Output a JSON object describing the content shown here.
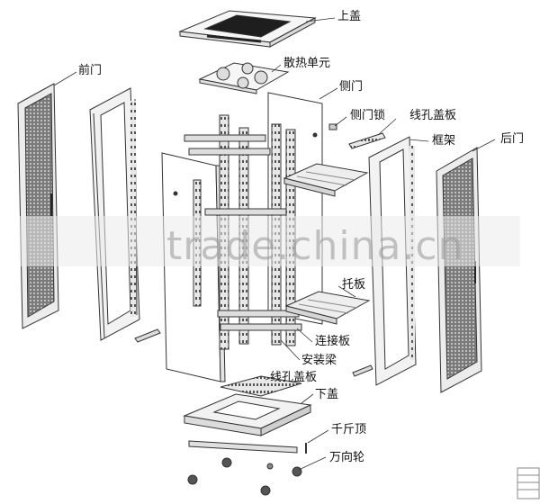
{
  "labels": {
    "top_cover": "上盖",
    "fan_unit": "散热单元",
    "front_door": "前门",
    "side_door": "侧门",
    "side_door_lock": "侧门锁",
    "cable_cover_top": "线孔盖板",
    "frame": "框架",
    "rear_door": "后门",
    "shelf": "托板",
    "connector_plate": "连接板",
    "mounting_beam": "安装梁",
    "cable_cover_bottom": "线孔盖板",
    "bottom_cover": "下盖",
    "leveling_foot": "千斤顶",
    "caster": "万向轮"
  },
  "watermark": "trade.china.cn",
  "colors": {
    "line": "#333333",
    "fill": "#f4f4f4",
    "panel": "#ffffff",
    "mesh": "#6a6a6a"
  }
}
